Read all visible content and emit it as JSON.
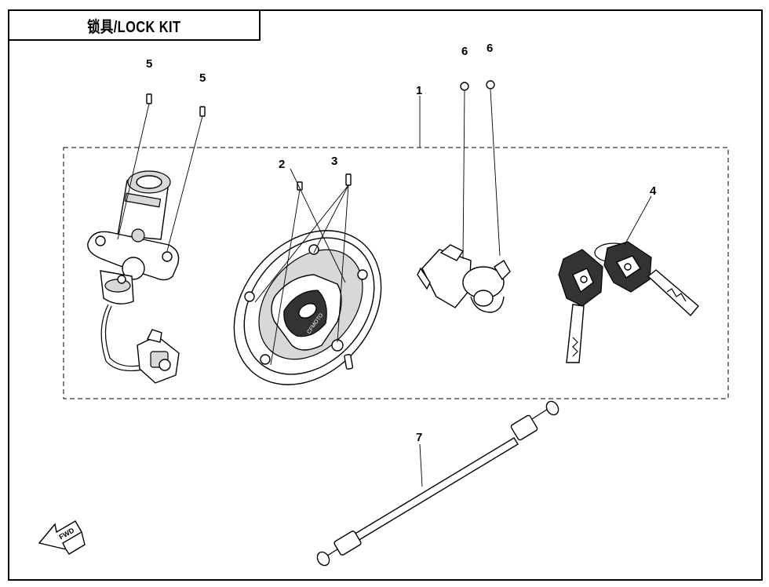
{
  "title": "锁具/LOCK KIT",
  "callouts": {
    "p1": "1",
    "p2": "2",
    "p3": "3",
    "p4": "4",
    "p5a": "5",
    "p5b": "5",
    "p6a": "6",
    "p6b": "6",
    "p7": "7"
  },
  "fwd_label": "FWD",
  "logo_text": "CFMOTO",
  "colors": {
    "line": "#000000",
    "background": "#ffffff",
    "shade": "#d8d8d8"
  }
}
